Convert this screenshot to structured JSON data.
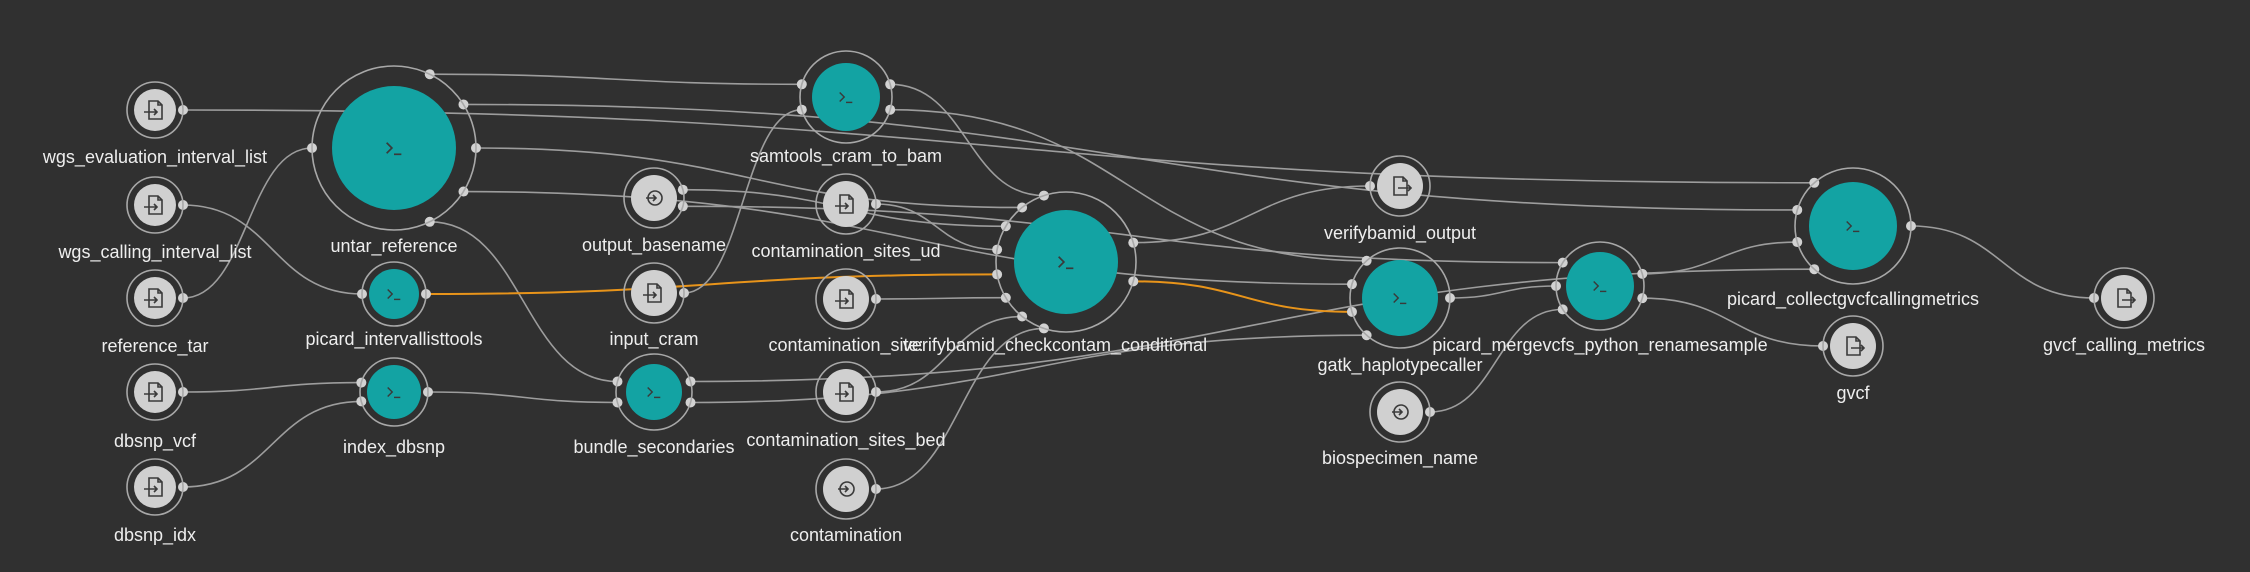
{
  "nodes": [
    {
      "id": "wgs_evaluation_interval_list",
      "label": "wgs_evaluation_interval_list",
      "kind": "input",
      "icon": "input-file-icon"
    },
    {
      "id": "wgs_calling_interval_list",
      "label": "wgs_calling_interval_list",
      "kind": "input",
      "icon": "input-file-icon"
    },
    {
      "id": "reference_tar",
      "label": "reference_tar",
      "kind": "input",
      "icon": "input-file-icon"
    },
    {
      "id": "dbsnp_vcf",
      "label": "dbsnp_vcf",
      "kind": "input",
      "icon": "input-file-icon"
    },
    {
      "id": "dbsnp_idx",
      "label": "dbsnp_idx",
      "kind": "input",
      "icon": "input-file-icon"
    },
    {
      "id": "untar_reference",
      "label": "untar_reference",
      "kind": "tool",
      "icon": "terminal-icon"
    },
    {
      "id": "picard_intervallisttools",
      "label": "picard_intervallisttools",
      "kind": "tool",
      "icon": "terminal-icon"
    },
    {
      "id": "index_dbsnp",
      "label": "index_dbsnp",
      "kind": "tool",
      "icon": "terminal-icon"
    },
    {
      "id": "output_basename",
      "label": "output_basename",
      "kind": "input",
      "icon": "input-param-icon"
    },
    {
      "id": "input_cram",
      "label": "input_cram",
      "kind": "input",
      "icon": "input-file-icon"
    },
    {
      "id": "bundle_secondaries",
      "label": "bundle_secondaries",
      "kind": "tool",
      "icon": "terminal-icon"
    },
    {
      "id": "samtools_cram_to_bam",
      "label": "samtools_cram_to_bam",
      "kind": "tool",
      "icon": "terminal-icon"
    },
    {
      "id": "contamination_sites_ud",
      "label": "contamination_sites_ud",
      "kind": "input",
      "icon": "input-file-icon"
    },
    {
      "id": "contamination_sites_mu",
      "label": "contamination_site:",
      "kind": "input",
      "icon": "input-file-icon"
    },
    {
      "id": "contamination_sites_bed",
      "label": "contamination_sites_bed",
      "kind": "input",
      "icon": "input-file-icon"
    },
    {
      "id": "contamination",
      "label": "contamination",
      "kind": "input",
      "icon": "input-param-icon"
    },
    {
      "id": "verifybamid_checkcontam_conditional",
      "label": "verifybamid_checkcontam_conditional",
      "kind": "tool",
      "icon": "terminal-icon"
    },
    {
      "id": "verifybamid_output",
      "label": "verifybamid_output",
      "kind": "output",
      "icon": "output-file-icon"
    },
    {
      "id": "gatk_haplotypecaller",
      "label": "gatk_haplotypecaller",
      "kind": "tool",
      "icon": "terminal-icon"
    },
    {
      "id": "biospecimen_name",
      "label": "biospecimen_name",
      "kind": "input",
      "icon": "input-param-icon"
    },
    {
      "id": "picard_mergevcfs_python_renamesample",
      "label": "picard_mergevcfs_python_renamesample",
      "kind": "tool",
      "icon": "terminal-icon"
    },
    {
      "id": "picard_collectgvcfcallingmetrics",
      "label": "picard_collectgvcfcallingmetrics",
      "kind": "tool",
      "icon": "terminal-icon"
    },
    {
      "id": "gvcf",
      "label": "gvcf",
      "kind": "output",
      "icon": "output-file-icon"
    },
    {
      "id": "gvcf_calling_metrics",
      "label": "gvcf_calling_metrics",
      "kind": "output",
      "icon": "output-file-icon"
    }
  ],
  "edges": [
    {
      "from": "wgs_evaluation_interval_list",
      "to": "picard_collectgvcfcallingmetrics",
      "highlight": false
    },
    {
      "from": "wgs_calling_interval_list",
      "to": "picard_intervallisttools",
      "highlight": false
    },
    {
      "from": "reference_tar",
      "to": "untar_reference",
      "highlight": false
    },
    {
      "from": "dbsnp_vcf",
      "to": "index_dbsnp",
      "highlight": false
    },
    {
      "from": "dbsnp_idx",
      "to": "index_dbsnp",
      "highlight": false
    },
    {
      "from": "untar_reference",
      "to": "bundle_secondaries",
      "highlight": false
    },
    {
      "from": "untar_reference",
      "to": "samtools_cram_to_bam",
      "highlight": false
    },
    {
      "from": "untar_reference",
      "to": "verifybamid_checkcontam_conditional",
      "highlight": false
    },
    {
      "from": "untar_reference",
      "to": "gatk_haplotypecaller",
      "highlight": false
    },
    {
      "from": "untar_reference",
      "to": "picard_collectgvcfcallingmetrics",
      "highlight": false
    },
    {
      "from": "picard_intervallisttools",
      "to": "verifybamid_checkcontam_conditional",
      "highlight": true
    },
    {
      "from": "index_dbsnp",
      "to": "bundle_secondaries",
      "highlight": false
    },
    {
      "from": "output_basename",
      "to": "verifybamid_checkcontam_conditional",
      "highlight": false
    },
    {
      "from": "output_basename",
      "to": "picard_mergevcfs_python_renamesample",
      "highlight": false
    },
    {
      "from": "input_cram",
      "to": "samtools_cram_to_bam",
      "highlight": false
    },
    {
      "from": "bundle_secondaries",
      "to": "gatk_haplotypecaller",
      "highlight": false
    },
    {
      "from": "bundle_secondaries",
      "to": "picard_collectgvcfcallingmetrics",
      "highlight": false
    },
    {
      "from": "samtools_cram_to_bam",
      "to": "verifybamid_checkcontam_conditional",
      "highlight": false
    },
    {
      "from": "samtools_cram_to_bam",
      "to": "gatk_haplotypecaller",
      "highlight": false
    },
    {
      "from": "contamination_sites_ud",
      "to": "verifybamid_checkcontam_conditional",
      "highlight": false
    },
    {
      "from": "contamination_sites_mu",
      "to": "verifybamid_checkcontam_conditional",
      "highlight": false
    },
    {
      "from": "contamination_sites_bed",
      "to": "verifybamid_checkcontam_conditional",
      "highlight": false
    },
    {
      "from": "contamination",
      "to": "verifybamid_checkcontam_conditional",
      "highlight": false
    },
    {
      "from": "verifybamid_checkcontam_conditional",
      "to": "verifybamid_output",
      "highlight": false
    },
    {
      "from": "verifybamid_checkcontam_conditional",
      "to": "gatk_haplotypecaller",
      "highlight": true
    },
    {
      "from": "gatk_haplotypecaller",
      "to": "picard_mergevcfs_python_renamesample",
      "highlight": false
    },
    {
      "from": "biospecimen_name",
      "to": "picard_mergevcfs_python_renamesample",
      "highlight": false
    },
    {
      "from": "picard_mergevcfs_python_renamesample",
      "to": "gvcf",
      "highlight": false
    },
    {
      "from": "picard_mergevcfs_python_renamesample",
      "to": "picard_collectgvcfcallingmetrics",
      "highlight": false
    },
    {
      "from": "picard_collectgvcfcallingmetrics",
      "to": "gvcf_calling_metrics",
      "highlight": false
    }
  ],
  "colors": {
    "background": "#303030",
    "tool": "#13a3a3",
    "io": "#d0d0d0",
    "edge": "#9d9d9d",
    "highlight_edge": "#e8941a"
  }
}
